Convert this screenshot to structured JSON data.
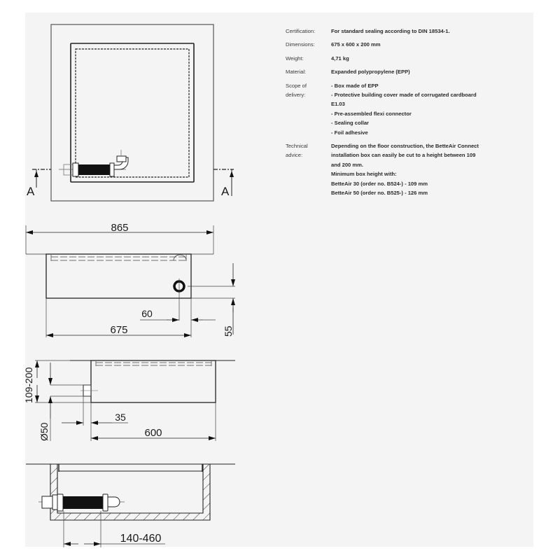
{
  "specs": {
    "certification": {
      "label": "Certification:",
      "value": "For standard sealing according to DIN 18534-1."
    },
    "dimensions": {
      "label": "Dimensions:",
      "value": "675 x 600 x 200 mm"
    },
    "weight": {
      "label": "Weight:",
      "value": "4,71 kg"
    },
    "material": {
      "label": "Material:",
      "value": "Expanded polypropylene (EPP)"
    },
    "scope": {
      "label_line1": "Scope of",
      "label_line2": "delivery:",
      "lines": [
        "- Box made of EPP",
        "- Protective building cover made of corrugated cardboard",
        "E1.03",
        "- Pre-assembled flexi connector",
        "- Sealing collar",
        "- Foil adhesive"
      ]
    },
    "technical": {
      "label_line1": "Technical",
      "label_line2": "advice:",
      "lines": [
        "Depending on the floor construction, the BetteAir Connect",
        "installation box can easily be cut to a height between 109",
        "and 200 mm.",
        "Minimum box height with:",
        "BetteAir 30 (order no. B524-) - 109 mm",
        "BetteAir 50 (order no. B525-) - 126 mm"
      ]
    }
  },
  "drawings": {
    "plan_view": {
      "section_marker_left": "A",
      "section_marker_right": "A"
    },
    "front_view": {
      "dim_overall_width": "865",
      "dim_box_width": "675",
      "dim_pipe_offset": "60",
      "dim_pipe_height": "55"
    },
    "side_view": {
      "dim_height_range": "109-200",
      "dim_pipe_diameter": "Ø50",
      "dim_pipe_protrusion": "35",
      "dim_box_depth": "600"
    },
    "section_view": {
      "dim_connector_range": "140-460"
    }
  }
}
